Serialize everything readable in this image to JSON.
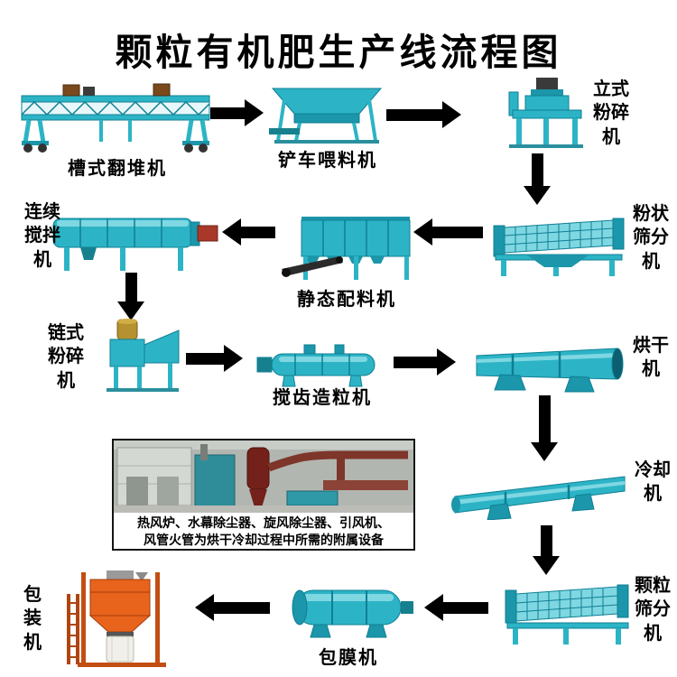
{
  "title": "颗粒有机肥生产线流程图",
  "machines": {
    "trough_turner": "槽式翻堆机",
    "loader_feeder": "铲车喂料机",
    "vertical_crusher": "立式粉碎机",
    "powder_screener": "粉状筛分机",
    "static_batcher": "静态配料机",
    "continuous_mixer": "连续搅拌机",
    "chain_crusher": "链式粉碎机",
    "tooth_granulator": "搅齿造粒机",
    "dryer": "烘干机",
    "cooler": "冷却机",
    "granule_screener": "颗粒筛分机",
    "coating_machine": "包膜机",
    "packing_machine": "包装机"
  },
  "inset_caption": {
    "line1": "热风炉、水幕除尘器、旋风除尘器、引风机、",
    "line2": "风管火管为烘干冷却过程中所需的附属设备"
  },
  "colors": {
    "machine_teal": "#2cb4c6",
    "machine_teal_dark": "#1b96aa",
    "machine_teal_outline": "#0f7f93",
    "arrow_black": "#000000",
    "packing_orange": "#e8641c",
    "tank_dark_red": "#73211a"
  }
}
